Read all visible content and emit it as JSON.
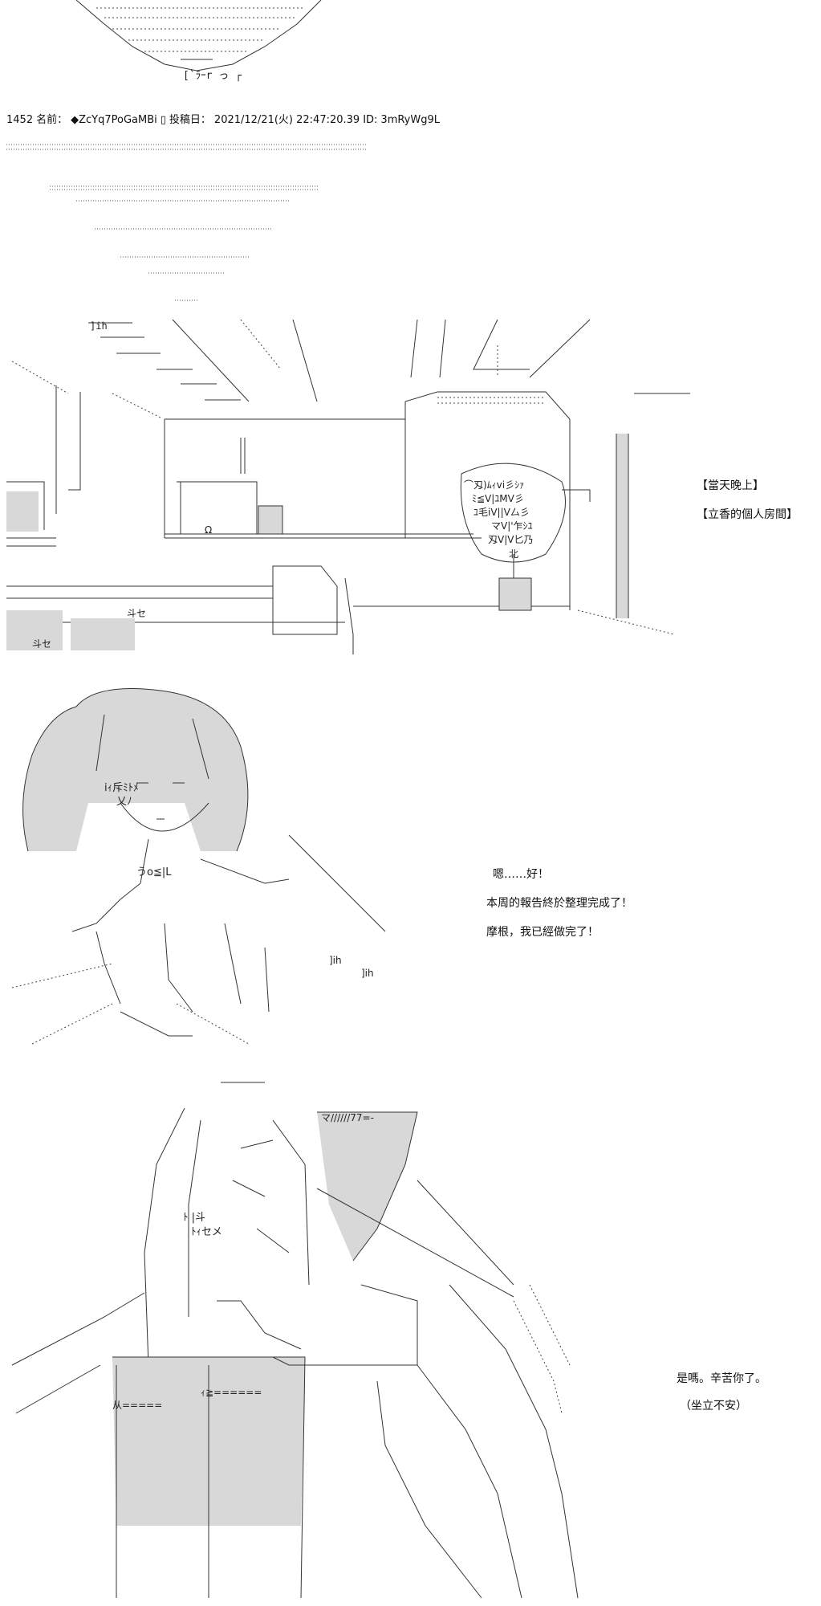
{
  "post": {
    "number": "1452",
    "name_label": "名前：",
    "name": "◆ZcYq7PoGaMBi",
    "separator": "▯",
    "date_label": "投稿日：",
    "date": "2021/12/21(火) 22:47:20.39",
    "id_label": "ID:",
    "id": "3mRyWg9L"
  },
  "captions": {
    "scene_time": "【當天晚上】",
    "scene_place": "【立香的個人房間】",
    "line1": "嗯……好！",
    "line2": "本周的報告終於整理完成了！",
    "line3": "摩根，我已經做完了！",
    "line4": "是嗎。辛苦你了。",
    "line5": "（坐立不安）"
  },
  "art_fragments": {
    "top_face": "[`ﾗｰr っ ┌",
    "room_tag_1": "]ih",
    "plant_1": "⌒刄)ﾑｨvi彡ｼｧ",
    "plant_2": "ﾐ≦V|ﾕMV彡",
    "plant_3": "ﾕ毛iV||V厶彡",
    "plant_4": "マV|'乍ｼﾕ",
    "plant_5": "刄V|V匕乃",
    "plant_6": "北",
    "floor_text_1": "斗セ",
    "floor_text_2": "斗セ",
    "omega": "Ω",
    "girl_1": "iｨ斥ﾐﾄﾒ",
    "girl_2": "乂ﾉ",
    "girl_3": "うo≦|L",
    "girl_4": "]ih",
    "girl_5": "]ih",
    "morgan_1": "マ//////77=-",
    "morgan_2": "ﾄ |斗",
    "morgan_3": "ﾄｨセメ",
    "morgan_4": "从=====",
    "morgan_5": "ｨ≧======"
  }
}
